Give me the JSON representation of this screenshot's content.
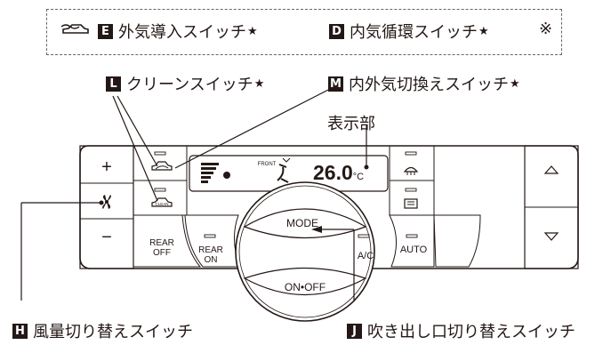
{
  "callouts": {
    "e": {
      "badge": "E",
      "label": "外気導入スイッチ",
      "star": "★"
    },
    "d": {
      "badge": "D",
      "label": "内気循環スイッチ",
      "star": "★"
    },
    "asterisk": "※",
    "l": {
      "badge": "L",
      "label": "クリーンスイッチ",
      "star": "★"
    },
    "m": {
      "badge": "M",
      "label": "内外気切換えスイッチ",
      "star": "★"
    },
    "display": "表示部",
    "h": {
      "badge": "H",
      "label": "風量切り替えスイッチ"
    },
    "j": {
      "badge": "J",
      "label": "吹き出し口切り替えスイッチ"
    }
  },
  "panel": {
    "temp_plus": "+",
    "temp_minus": "−",
    "rear_off": [
      "REAR",
      "OFF"
    ],
    "rear_on": [
      "REAR",
      "ON"
    ],
    "mode": "MODE",
    "on_off": "ON•OFF",
    "ac": "A/C",
    "auto": "AUTO",
    "front": "FRONT",
    "temperature": "26.0",
    "unit": "°C"
  },
  "icons": [
    "car-recirculation-icon",
    "fan-icon",
    "car-outside-air-icon",
    "clean-air-icon",
    "front-defroster-icon",
    "rear-defroster-icon",
    "triangle-up-icon",
    "triangle-down-icon",
    "fan-level-bars-icon",
    "airflow-seat-icon"
  ]
}
